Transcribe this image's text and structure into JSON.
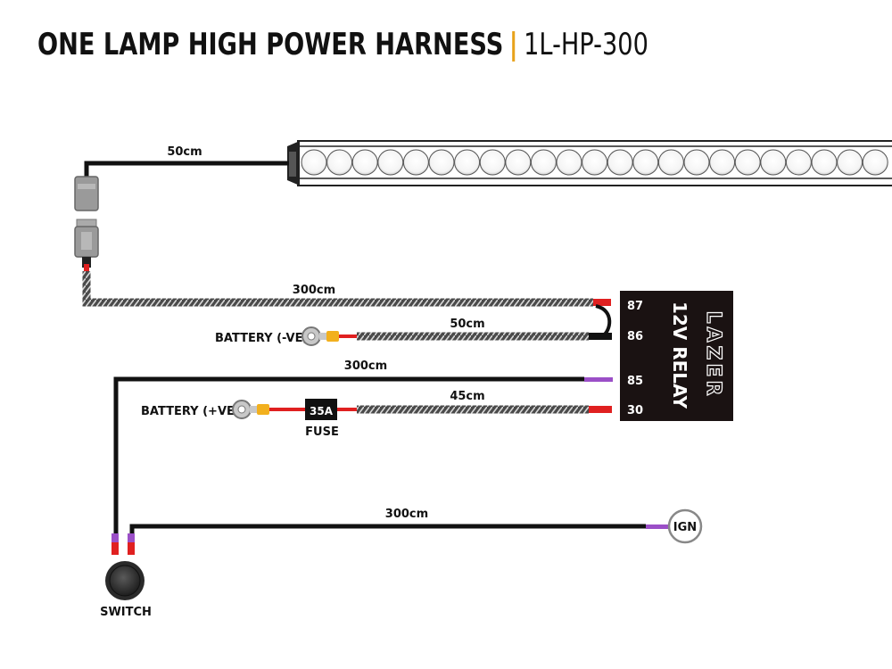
{
  "header": {
    "title": "ONE LAMP HIGH POWER HARNESS",
    "separator": "|",
    "code": "1L-HP-300"
  },
  "wires": {
    "lamp_lead": "50cm",
    "relay_87": "300cm",
    "relay_86": "50cm",
    "relay_85": "300cm",
    "relay_30": "45cm",
    "ignition": "300cm"
  },
  "terminals": {
    "battery_neg": "BATTERY (-VE)",
    "battery_pos": "BATTERY (+VE)",
    "ignition": "IGN"
  },
  "fuse": {
    "rating": "35A",
    "label": "FUSE"
  },
  "relay": {
    "brand": "LAZER",
    "label": "12V RELAY",
    "pins": [
      "87",
      "86",
      "85",
      "30"
    ]
  },
  "switch": {
    "label": "SWITCH"
  },
  "colors": {
    "title_separator": "#e8a21b",
    "wire": "#111111",
    "red_tip": "#e02020",
    "purple_tip": "#9b4fc7",
    "ring_terminal_crimp": "#f2b01e",
    "relay_body": "#1a1212"
  }
}
